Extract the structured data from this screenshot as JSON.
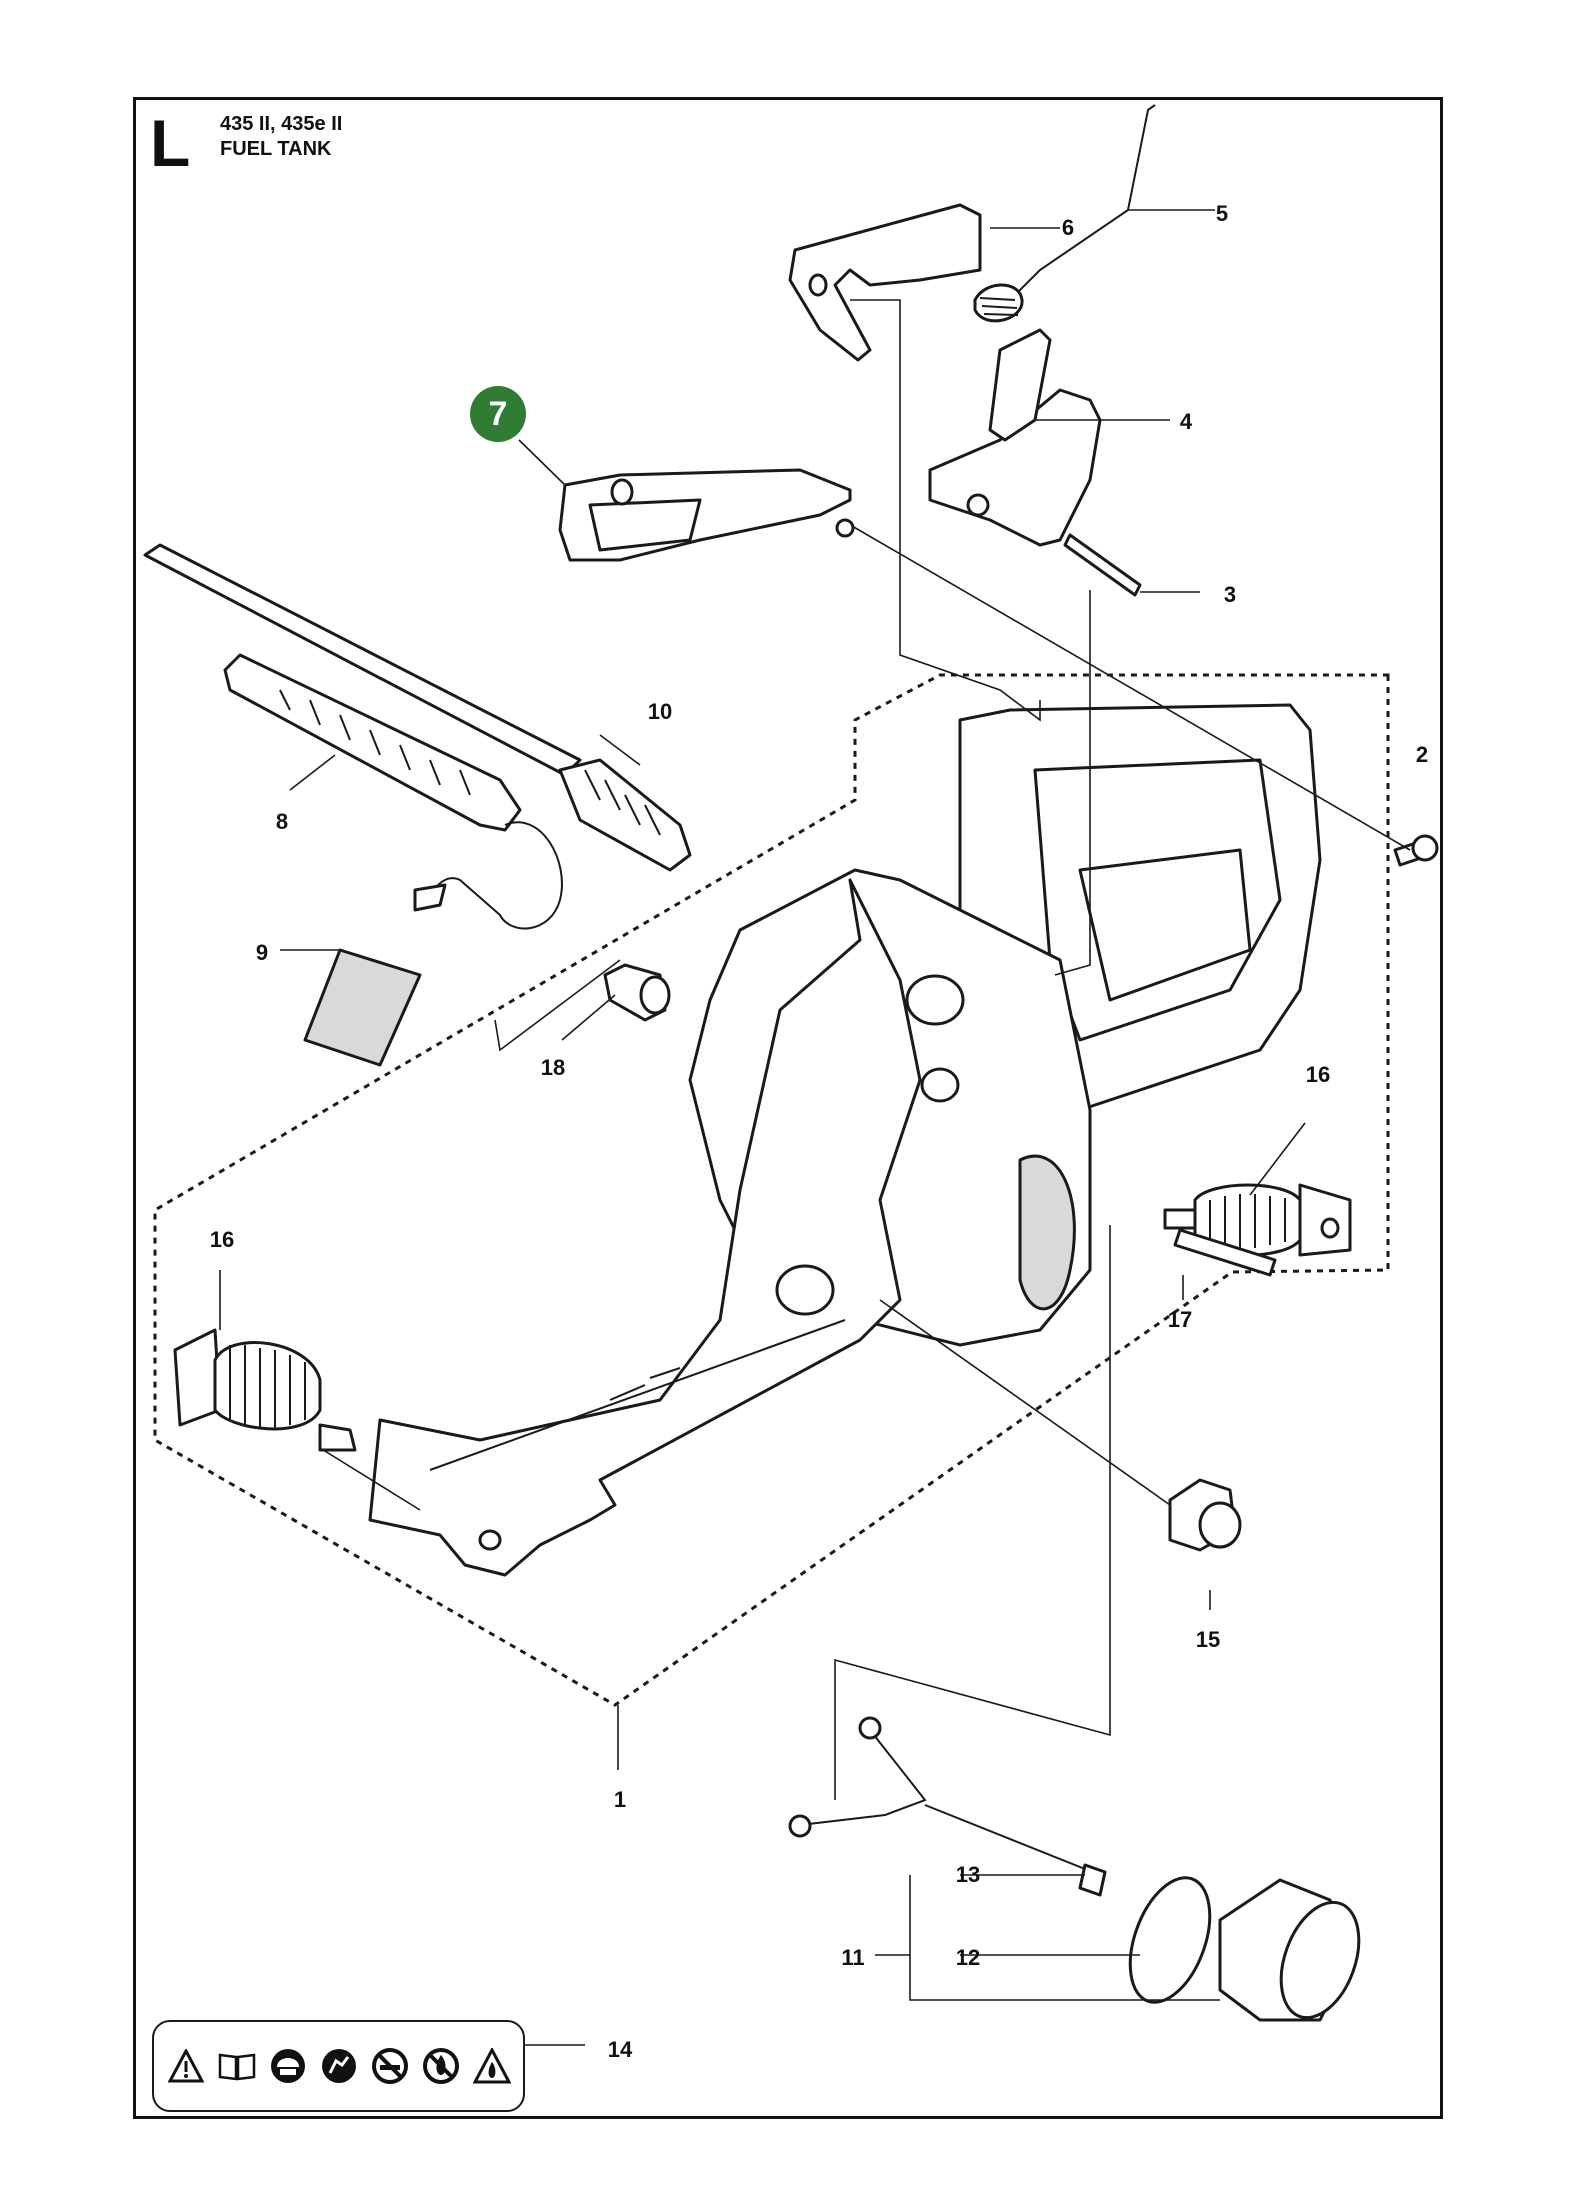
{
  "header": {
    "section_letter": "L",
    "models": "435 II, 435e II",
    "title": "FUEL TANK"
  },
  "highlight": {
    "number": "7",
    "color": "#2e7d32"
  },
  "callouts": [
    {
      "id": "c1",
      "text": "1"
    },
    {
      "id": "c2",
      "text": "2"
    },
    {
      "id": "c3",
      "text": "3"
    },
    {
      "id": "c4",
      "text": "4"
    },
    {
      "id": "c5",
      "text": "5"
    },
    {
      "id": "c6",
      "text": "6"
    },
    {
      "id": "c8",
      "text": "8"
    },
    {
      "id": "c9",
      "text": "9"
    },
    {
      "id": "c10",
      "text": "10"
    },
    {
      "id": "c11",
      "text": "11"
    },
    {
      "id": "c12",
      "text": "12"
    },
    {
      "id": "c13",
      "text": "13"
    },
    {
      "id": "c14",
      "text": "14"
    },
    {
      "id": "c15",
      "text": "15"
    },
    {
      "id": "c16a",
      "text": "16"
    },
    {
      "id": "c16b",
      "text": "16"
    },
    {
      "id": "c17",
      "text": "17"
    },
    {
      "id": "c18",
      "text": "18"
    }
  ],
  "symbols": [
    "warning-icon",
    "manual-icon",
    "helmet-icon",
    "no-hand-icon",
    "no-smoking-icon",
    "no-fire-icon",
    "fire-warning-icon"
  ]
}
